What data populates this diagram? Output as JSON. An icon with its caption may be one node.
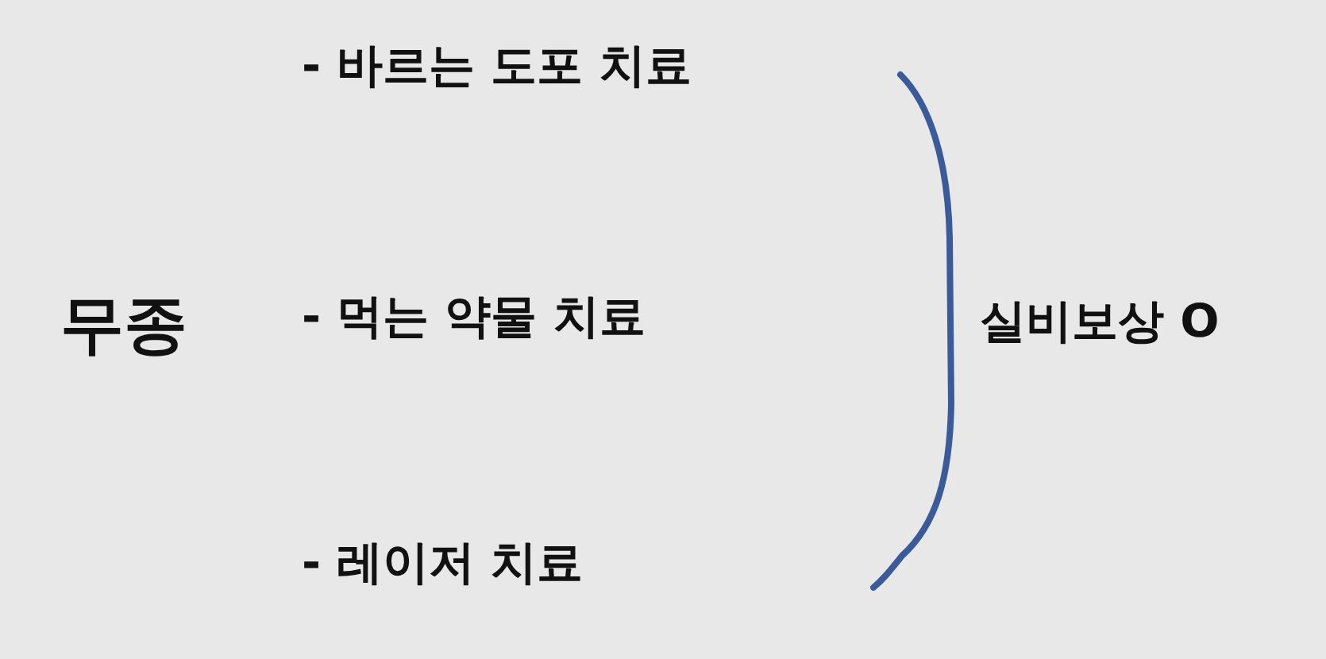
{
  "diagram": {
    "labels": [
      "무종",
      "- 바르는 도포 치료",
      "- 먹는 약물 치료",
      "- 레이저 치료",
      "실비보상 O"
    ]
  }
}
